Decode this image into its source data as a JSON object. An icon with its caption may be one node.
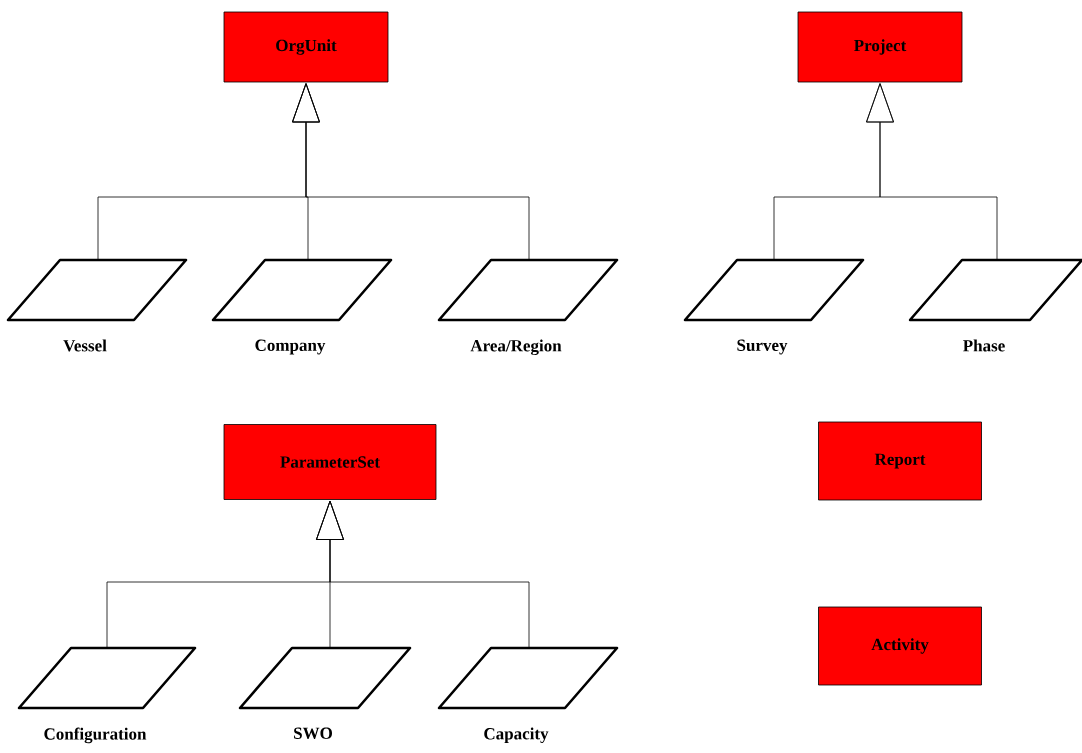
{
  "diagram": {
    "nodes": [
      {
        "text": [
          "OrgUnit"
        ]
      },
      {
        "text": [
          "Project"
        ]
      },
      {
        "text": [
          "Vessel"
        ]
      },
      {
        "text": [
          "Company"
        ]
      },
      {
        "text": [
          "Area/Region"
        ]
      },
      {
        "text": [
          "Survey"
        ]
      },
      {
        "text": [
          "Phase"
        ]
      },
      {
        "text": [
          "ParameterSet"
        ]
      },
      {
        "text": [
          "Report"
        ]
      },
      {
        "text": [
          "Activity"
        ]
      },
      {
        "text": [
          "Configuration"
        ]
      },
      {
        "text": [
          "SWO"
        ]
      },
      {
        "text": [
          "Capacity"
        ]
      }
    ],
    "edges": [
      {
        "from": 2,
        "to": 0,
        "arrow": "to"
      },
      {
        "from": 3,
        "to": 0,
        "arrow": "to"
      },
      {
        "from": 4,
        "to": 0,
        "arrow": "to"
      },
      {
        "from": 5,
        "to": 1,
        "arrow": "to"
      },
      {
        "from": 6,
        "to": 1,
        "arrow": "to"
      },
      {
        "from": 10,
        "to": 7,
        "arrow": "to"
      },
      {
        "from": 11,
        "to": 7,
        "arrow": "to"
      },
      {
        "from": 12,
        "to": 7,
        "arrow": "to"
      }
    ]
  }
}
